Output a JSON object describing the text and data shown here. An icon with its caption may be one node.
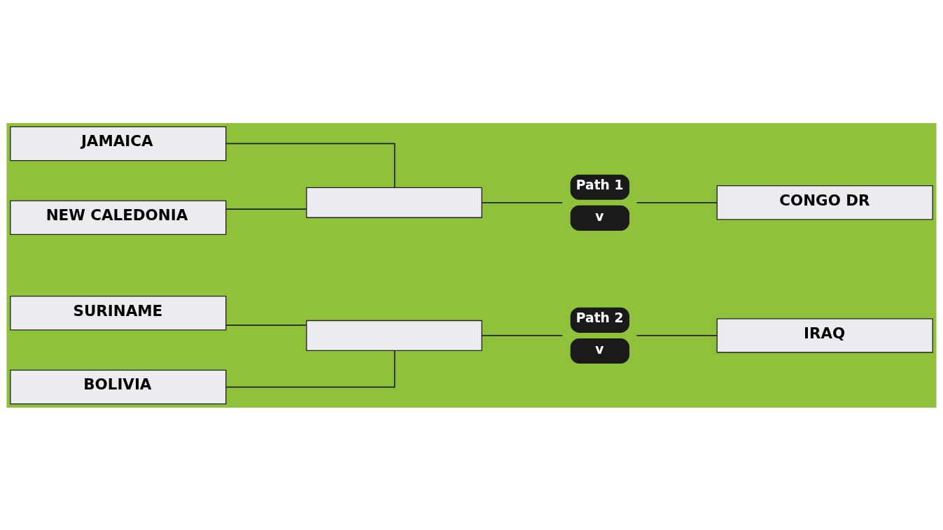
{
  "diagram": {
    "nodes": [
      {
        "text": [
          "NEW CALEDONIA"
        ]
      },
      {
        "text": [],
        "shape": "box"
      },
      {
        "text": [
          "JAMAICA"
        ]
      },
      {
        "text": [
          "Path 1",
          "v"
        ]
      },
      {
        "text": [
          "CONGO DR"
        ]
      },
      {
        "text": [
          "BOLIVIA"
        ]
      },
      {
        "text": [],
        "shape": "box"
      },
      {
        "text": [
          "SURINAME"
        ]
      },
      {
        "text": [
          "Path 2",
          "v"
        ]
      },
      {
        "text": [
          "IRAQ"
        ]
      }
    ],
    "edges": [
      {
        "from": 0,
        "to": 1,
        "arrow": "none"
      },
      {
        "from": 2,
        "to": 1,
        "arrow": "none"
      },
      {
        "from": 1,
        "to": 3,
        "arrow": "none"
      },
      {
        "from": 3,
        "to": 4,
        "arrow": "none"
      },
      {
        "from": 5,
        "to": 6,
        "arrow": "none"
      },
      {
        "from": 7,
        "to": 6,
        "arrow": "none"
      },
      {
        "from": 6,
        "to": 8,
        "arrow": "none"
      },
      {
        "from": 8,
        "to": 9,
        "arrow": "none"
      }
    ]
  }
}
